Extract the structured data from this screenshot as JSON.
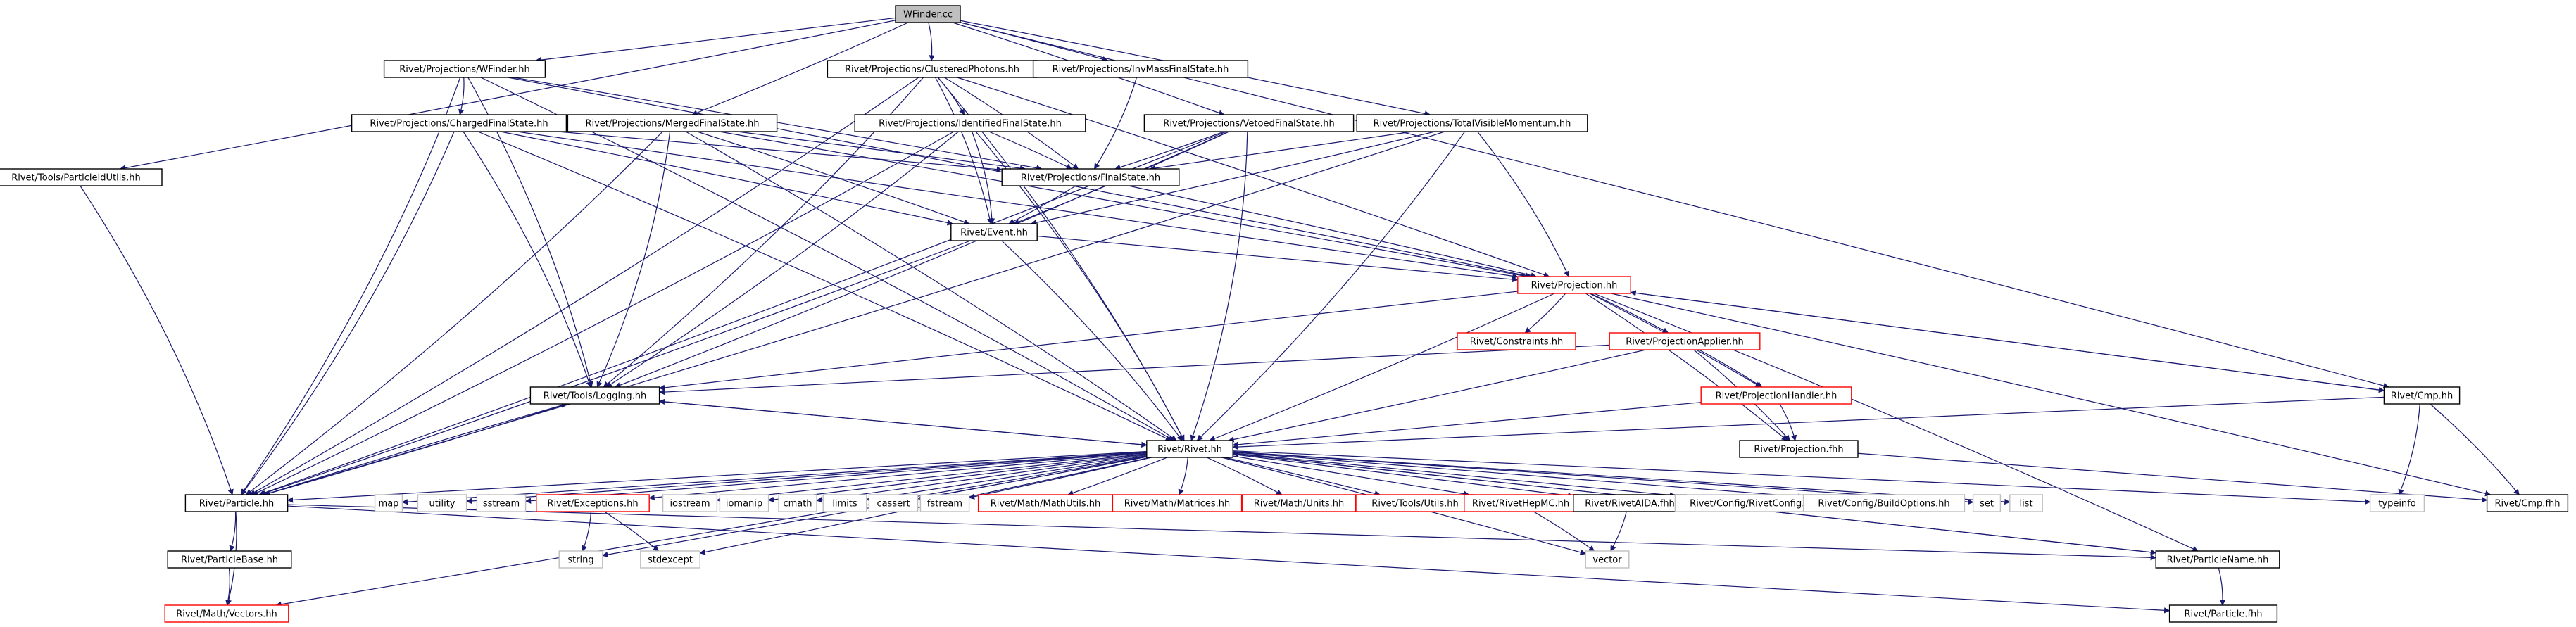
{
  "colors": {
    "edge": "#191970",
    "box_normal": "#000000",
    "box_external": "#ff0000",
    "box_plain": "#bfbfbf",
    "root_fill": "#bfbfbf",
    "text": "#000000"
  },
  "nodes": [
    {
      "id": "wfinder_cc",
      "label": "WFinder.cc",
      "style": "root"
    },
    {
      "id": "proj_wfinder",
      "label": "Rivet/Projections/WFinder.hh",
      "style": "normal"
    },
    {
      "id": "proj_clustered",
      "label": "Rivet/Projections/ClusteredPhotons.hh",
      "style": "normal"
    },
    {
      "id": "proj_invmass",
      "label": "Rivet/Projections/InvMassFinalState.hh",
      "style": "normal"
    },
    {
      "id": "tools_pidutils",
      "label": "Rivet/Tools/ParticleIdUtils.hh",
      "style": "normal"
    },
    {
      "id": "proj_charged",
      "label": "Rivet/Projections/ChargedFinalState.hh",
      "style": "normal"
    },
    {
      "id": "proj_merged",
      "label": "Rivet/Projections/MergedFinalState.hh",
      "style": "normal"
    },
    {
      "id": "proj_identified",
      "label": "Rivet/Projections/IdentifiedFinalState.hh",
      "style": "normal"
    },
    {
      "id": "proj_vetoed",
      "label": "Rivet/Projections/VetoedFinalState.hh",
      "style": "normal"
    },
    {
      "id": "proj_totalvis",
      "label": "Rivet/Projections/TotalVisibleMomentum.hh",
      "style": "normal"
    },
    {
      "id": "proj_finalstate",
      "label": "Rivet/Projections/FinalState.hh",
      "style": "normal"
    },
    {
      "id": "event_hh",
      "label": "Rivet/Event.hh",
      "style": "normal"
    },
    {
      "id": "projection_hh",
      "label": "Rivet/Projection.hh",
      "style": "external"
    },
    {
      "id": "constraints_hh",
      "label": "Rivet/Constraints.hh",
      "style": "external"
    },
    {
      "id": "projapplier_hh",
      "label": "Rivet/ProjectionApplier.hh",
      "style": "external"
    },
    {
      "id": "tools_logging",
      "label": "Rivet/Tools/Logging.hh",
      "style": "normal"
    },
    {
      "id": "projhandler_hh",
      "label": "Rivet/ProjectionHandler.hh",
      "style": "external"
    },
    {
      "id": "cmp_hh",
      "label": "Rivet/Cmp.hh",
      "style": "normal"
    },
    {
      "id": "rivet_hh",
      "label": "Rivet/Rivet.hh",
      "style": "normal"
    },
    {
      "id": "projection_fhh",
      "label": "Rivet/Projection.fhh",
      "style": "normal"
    },
    {
      "id": "particle_hh",
      "label": "Rivet/Particle.hh",
      "style": "normal"
    },
    {
      "id": "std_map",
      "label": "map",
      "style": "plain"
    },
    {
      "id": "std_utility",
      "label": "utility",
      "style": "plain"
    },
    {
      "id": "std_sstream",
      "label": "sstream",
      "style": "plain"
    },
    {
      "id": "exceptions_hh",
      "label": "Rivet/Exceptions.hh",
      "style": "external"
    },
    {
      "id": "std_iostream",
      "label": "iostream",
      "style": "plain"
    },
    {
      "id": "std_iomanip",
      "label": "iomanip",
      "style": "plain"
    },
    {
      "id": "std_cmath",
      "label": "cmath",
      "style": "plain"
    },
    {
      "id": "std_limits",
      "label": "limits",
      "style": "plain"
    },
    {
      "id": "std_cassert",
      "label": "cassert",
      "style": "plain"
    },
    {
      "id": "std_fstream",
      "label": "fstream",
      "style": "plain"
    },
    {
      "id": "mathutils_hh",
      "label": "Rivet/Math/MathUtils.hh",
      "style": "external"
    },
    {
      "id": "matrices_hh",
      "label": "Rivet/Math/Matrices.hh",
      "style": "external"
    },
    {
      "id": "units_hh",
      "label": "Rivet/Math/Units.hh",
      "style": "external"
    },
    {
      "id": "toolsutils_hh",
      "label": "Rivet/Tools/Utils.hh",
      "style": "external"
    },
    {
      "id": "hepmc_hh",
      "label": "Rivet/RivetHepMC.hh",
      "style": "external"
    },
    {
      "id": "aida_fhh",
      "label": "Rivet/RivetAIDA.fhh",
      "style": "normal"
    },
    {
      "id": "rivetconfig_hh",
      "label": "Rivet/Config/RivetConfig.hh",
      "style": "plain"
    },
    {
      "id": "buildoptions_hh",
      "label": "Rivet/Config/BuildOptions.hh",
      "style": "plain"
    },
    {
      "id": "std_set",
      "label": "set",
      "style": "plain"
    },
    {
      "id": "std_list",
      "label": "list",
      "style": "plain"
    },
    {
      "id": "typeinfo",
      "label": "typeinfo",
      "style": "plain"
    },
    {
      "id": "cmp_fhh",
      "label": "Rivet/Cmp.fhh",
      "style": "normal"
    },
    {
      "id": "particlebase_hh",
      "label": "Rivet/ParticleBase.hh",
      "style": "normal"
    },
    {
      "id": "std_string",
      "label": "string",
      "style": "plain"
    },
    {
      "id": "std_stdexcept",
      "label": "stdexcept",
      "style": "plain"
    },
    {
      "id": "std_vector",
      "label": "vector",
      "style": "plain"
    },
    {
      "id": "particlename_hh",
      "label": "Rivet/ParticleName.hh",
      "style": "normal"
    },
    {
      "id": "vectors_hh",
      "label": "Rivet/Math/Vectors.hh",
      "style": "external"
    },
    {
      "id": "particle_fhh",
      "label": "Rivet/Particle.fhh",
      "style": "normal"
    }
  ],
  "edges": [
    [
      "wfinder_cc",
      "proj_wfinder"
    ],
    [
      "wfinder_cc",
      "proj_clustered"
    ],
    [
      "wfinder_cc",
      "proj_invmass"
    ],
    [
      "wfinder_cc",
      "tools_pidutils"
    ],
    [
      "wfinder_cc",
      "proj_merged"
    ],
    [
      "wfinder_cc",
      "proj_vetoed"
    ],
    [
      "wfinder_cc",
      "proj_totalvis"
    ],
    [
      "wfinder_cc",
      "cmp_hh"
    ],
    [
      "proj_wfinder",
      "proj_charged"
    ],
    [
      "proj_wfinder",
      "proj_finalstate"
    ],
    [
      "proj_wfinder",
      "tools_logging"
    ],
    [
      "proj_wfinder",
      "particle_hh"
    ],
    [
      "proj_wfinder",
      "projection_hh"
    ],
    [
      "proj_wfinder",
      "rivet_hh"
    ],
    [
      "proj_clustered",
      "proj_identified"
    ],
    [
      "proj_clustered",
      "proj_finalstate"
    ],
    [
      "proj_clustered",
      "event_hh"
    ],
    [
      "proj_clustered",
      "projection_hh"
    ],
    [
      "proj_clustered",
      "tools_logging"
    ],
    [
      "proj_clustered",
      "particle_hh"
    ],
    [
      "proj_clustered",
      "rivet_hh"
    ],
    [
      "proj_invmass",
      "proj_finalstate"
    ],
    [
      "tools_pidutils",
      "particle_hh"
    ],
    [
      "proj_charged",
      "proj_finalstate"
    ],
    [
      "proj_charged",
      "event_hh"
    ],
    [
      "proj_charged",
      "projection_hh"
    ],
    [
      "proj_charged",
      "tools_logging"
    ],
    [
      "proj_charged",
      "particle_hh"
    ],
    [
      "proj_charged",
      "rivet_hh"
    ],
    [
      "proj_merged",
      "proj_finalstate"
    ],
    [
      "proj_merged",
      "event_hh"
    ],
    [
      "proj_merged",
      "projection_hh"
    ],
    [
      "proj_merged",
      "tools_logging"
    ],
    [
      "proj_merged",
      "particle_hh"
    ],
    [
      "proj_merged",
      "rivet_hh"
    ],
    [
      "proj_identified",
      "proj_finalstate"
    ],
    [
      "proj_identified",
      "event_hh"
    ],
    [
      "proj_identified",
      "tools_logging"
    ],
    [
      "proj_identified",
      "particle_hh"
    ],
    [
      "proj_identified",
      "rivet_hh"
    ],
    [
      "proj_vetoed",
      "proj_finalstate"
    ],
    [
      "proj_vetoed",
      "event_hh"
    ],
    [
      "proj_vetoed",
      "tools_logging"
    ],
    [
      "proj_vetoed",
      "particle_hh"
    ],
    [
      "proj_vetoed",
      "rivet_hh"
    ],
    [
      "proj_totalvis",
      "proj_finalstate"
    ],
    [
      "proj_totalvis",
      "event_hh"
    ],
    [
      "proj_totalvis",
      "projection_hh"
    ],
    [
      "proj_totalvis",
      "particle_hh"
    ],
    [
      "proj_totalvis",
      "rivet_hh"
    ],
    [
      "proj_finalstate",
      "event_hh"
    ],
    [
      "proj_finalstate",
      "projection_hh"
    ],
    [
      "event_hh",
      "projection_hh"
    ],
    [
      "event_hh",
      "particle_hh"
    ],
    [
      "event_hh",
      "rivet_hh"
    ],
    [
      "projection_hh",
      "constraints_hh"
    ],
    [
      "projection_hh",
      "projapplier_hh"
    ],
    [
      "projection_hh",
      "projhandler_hh"
    ],
    [
      "projection_hh",
      "projection_fhh"
    ],
    [
      "projection_hh",
      "tools_logging"
    ],
    [
      "projection_hh",
      "rivet_hh"
    ],
    [
      "projection_hh",
      "cmp_hh"
    ],
    [
      "projection_hh",
      "cmp_fhh"
    ],
    [
      "projection_hh",
      "particlename_hh"
    ],
    [
      "projapplier_hh",
      "projhandler_hh"
    ],
    [
      "projapplier_hh",
      "projection_fhh"
    ],
    [
      "projapplier_hh",
      "tools_logging"
    ],
    [
      "projapplier_hh",
      "rivet_hh"
    ],
    [
      "projhandler_hh",
      "projection_fhh"
    ],
    [
      "projhandler_hh",
      "rivet_hh"
    ],
    [
      "cmp_hh",
      "projection_hh"
    ],
    [
      "cmp_hh",
      "rivet_hh"
    ],
    [
      "cmp_hh",
      "typeinfo"
    ],
    [
      "cmp_hh",
      "cmp_fhh"
    ],
    [
      "tools_logging",
      "rivet_hh"
    ],
    [
      "tools_logging",
      "particle_hh"
    ],
    [
      "projection_fhh",
      "cmp_fhh"
    ],
    [
      "rivet_hh",
      "std_map"
    ],
    [
      "rivet_hh",
      "std_utility"
    ],
    [
      "rivet_hh",
      "std_sstream"
    ],
    [
      "rivet_hh",
      "exceptions_hh"
    ],
    [
      "rivet_hh",
      "std_iostream"
    ],
    [
      "rivet_hh",
      "std_iomanip"
    ],
    [
      "rivet_hh",
      "std_cmath"
    ],
    [
      "rivet_hh",
      "std_limits"
    ],
    [
      "rivet_hh",
      "std_cassert"
    ],
    [
      "rivet_hh",
      "std_fstream"
    ],
    [
      "rivet_hh",
      "mathutils_hh"
    ],
    [
      "rivet_hh",
      "matrices_hh"
    ],
    [
      "rivet_hh",
      "units_hh"
    ],
    [
      "rivet_hh",
      "toolsutils_hh"
    ],
    [
      "rivet_hh",
      "hepmc_hh"
    ],
    [
      "rivet_hh",
      "aida_fhh"
    ],
    [
      "rivet_hh",
      "rivetconfig_hh"
    ],
    [
      "rivet_hh",
      "buildoptions_hh"
    ],
    [
      "rivet_hh",
      "std_set"
    ],
    [
      "rivet_hh",
      "std_list"
    ],
    [
      "rivet_hh",
      "typeinfo"
    ],
    [
      "rivet_hh",
      "std_string"
    ],
    [
      "rivet_hh",
      "std_stdexcept"
    ],
    [
      "rivet_hh",
      "std_vector"
    ],
    [
      "rivet_hh",
      "particlename_hh"
    ],
    [
      "rivet_hh",
      "particle_hh"
    ],
    [
      "rivet_hh",
      "tools_logging"
    ],
    [
      "rivet_hh",
      "vectors_hh"
    ],
    [
      "particle_hh",
      "particlebase_hh"
    ],
    [
      "particle_hh",
      "vectors_hh"
    ],
    [
      "particle_hh",
      "particlename_hh"
    ],
    [
      "particle_hh",
      "particle_fhh"
    ],
    [
      "particle_hh",
      "tools_logging"
    ],
    [
      "particlebase_hh",
      "vectors_hh"
    ],
    [
      "exceptions_hh",
      "std_string"
    ],
    [
      "exceptions_hh",
      "std_stdexcept"
    ],
    [
      "hepmc_hh",
      "std_vector"
    ],
    [
      "aida_fhh",
      "std_vector"
    ],
    [
      "particlename_hh",
      "particle_fhh"
    ],
    [
      "particlename_hh",
      "rivet_hh"
    ]
  ]
}
